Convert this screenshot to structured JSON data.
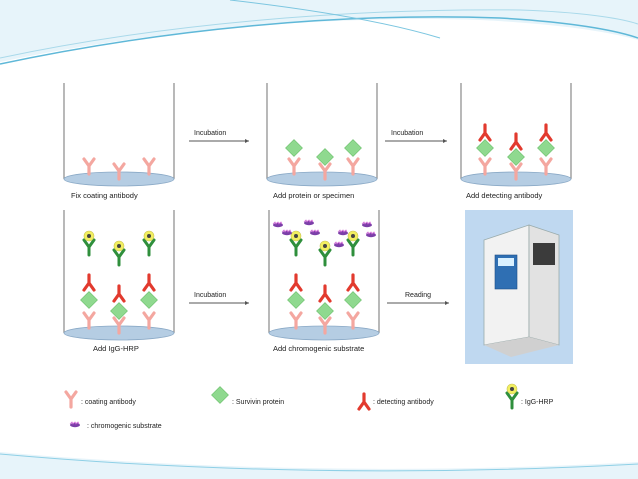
{
  "steps": [
    {
      "caption": "Fix coating antibody"
    },
    {
      "caption": "Add protein or specimen"
    },
    {
      "caption": "Add detecting antibody"
    },
    {
      "caption": "Add IgG-HRP"
    },
    {
      "caption": "Add chromogenic substrate"
    }
  ],
  "arrows": [
    {
      "label": "Incubation"
    },
    {
      "label": "Incubation"
    },
    {
      "label": "Incubation"
    },
    {
      "label": "Reading"
    }
  ],
  "legend": [
    {
      "label": ": coating antibody",
      "icon": "coating-antibody-icon",
      "color": "#f4a7a0"
    },
    {
      "label": ": Survivin protein",
      "icon": "survivin-protein-icon",
      "color": "#8fd98f"
    },
    {
      "label": ": detecting antibody",
      "icon": "detecting-antibody-icon",
      "color": "#e23a2e"
    },
    {
      "label": ": IgG-HRP",
      "icon": "igg-hrp-icon",
      "color": "#2f8f3c"
    },
    {
      "label": ": chromogenic substrate",
      "icon": "chromogenic-substrate-icon",
      "color": "#7b3fa8"
    }
  ],
  "colors": {
    "figure_bg": "#ffffff",
    "well_outline": "#8a8a8a",
    "well_bottom": "#b5cde3",
    "hrp_yellow": "#f2ef60",
    "slide_swoosh": "#5fb8d8"
  }
}
